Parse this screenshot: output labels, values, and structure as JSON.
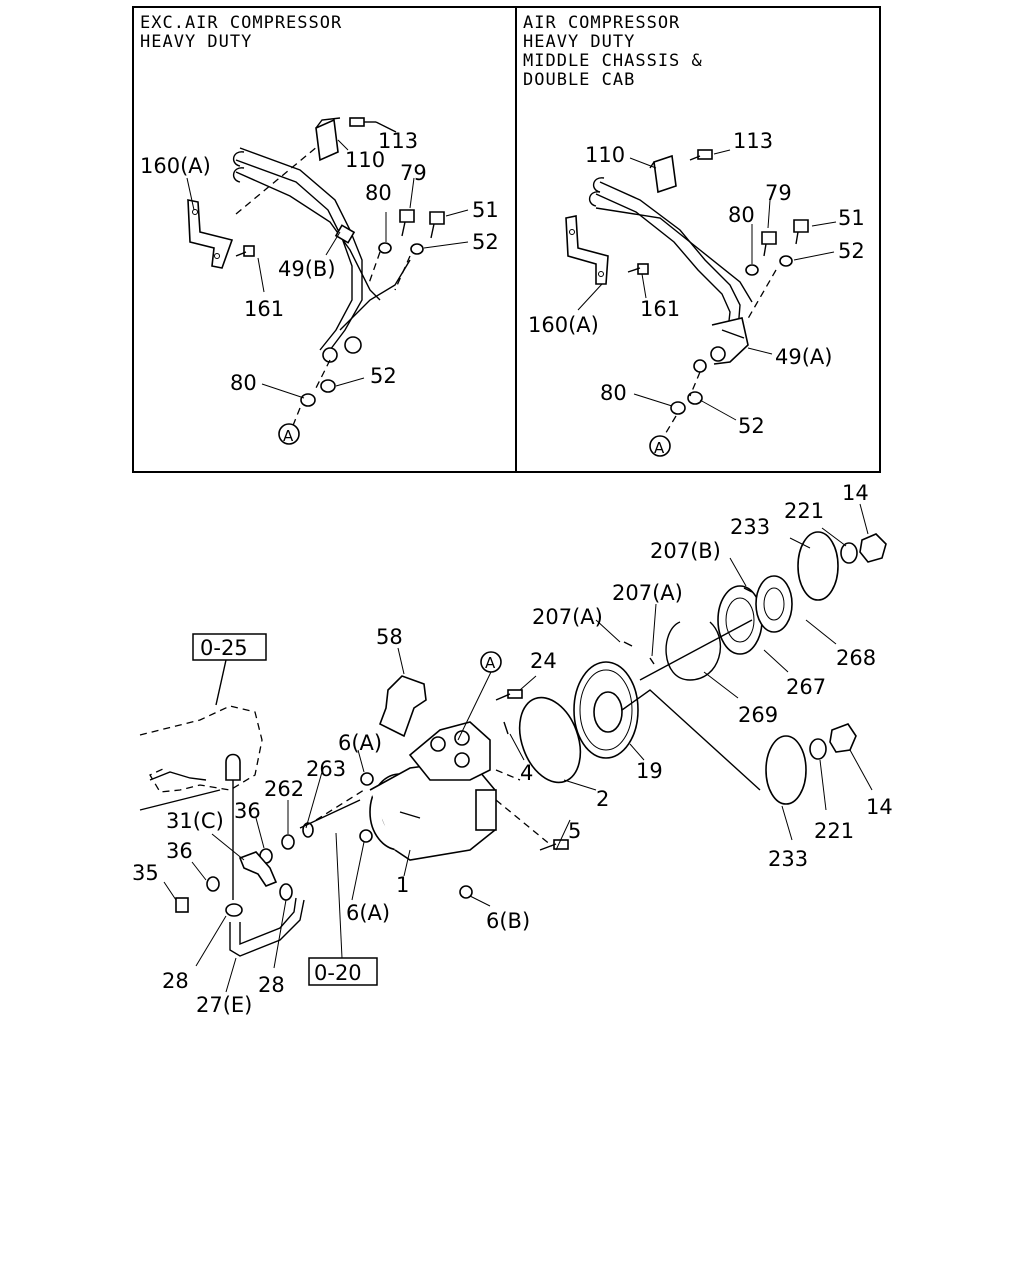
{
  "panel_left": {
    "heading": [
      "EXC.AIR COMPRESSOR",
      "HEAVY DUTY"
    ],
    "labels": [
      "113",
      "110",
      "160(A)",
      "79",
      "80",
      "51",
      "52",
      "49(B)",
      "161",
      "80",
      "52",
      "A"
    ]
  },
  "panel_right": {
    "heading": [
      "AIR COMPRESSOR",
      "HEAVY DUTY",
      "MIDDLE CHASSIS &",
      "DOUBLE CAB"
    ],
    "labels": [
      "110",
      "113",
      "79",
      "80",
      "51",
      "52",
      "161",
      "160(A)",
      "49(A)",
      "80",
      "52",
      "A"
    ]
  },
  "main": {
    "labels": [
      "14",
      "233",
      "221",
      "207(B)",
      "207(A)",
      "207(A)",
      "268",
      "267",
      "269",
      "19",
      "14",
      "221",
      "233",
      "58",
      "A",
      "24",
      "4",
      "2",
      "5",
      "6(A)",
      "263",
      "262",
      "36",
      "36",
      "31(C)",
      "35",
      "1",
      "6(A)",
      "6(B)",
      "28",
      "28",
      "27(E)"
    ],
    "boxed_refs": [
      "0-25",
      "0-20"
    ]
  }
}
